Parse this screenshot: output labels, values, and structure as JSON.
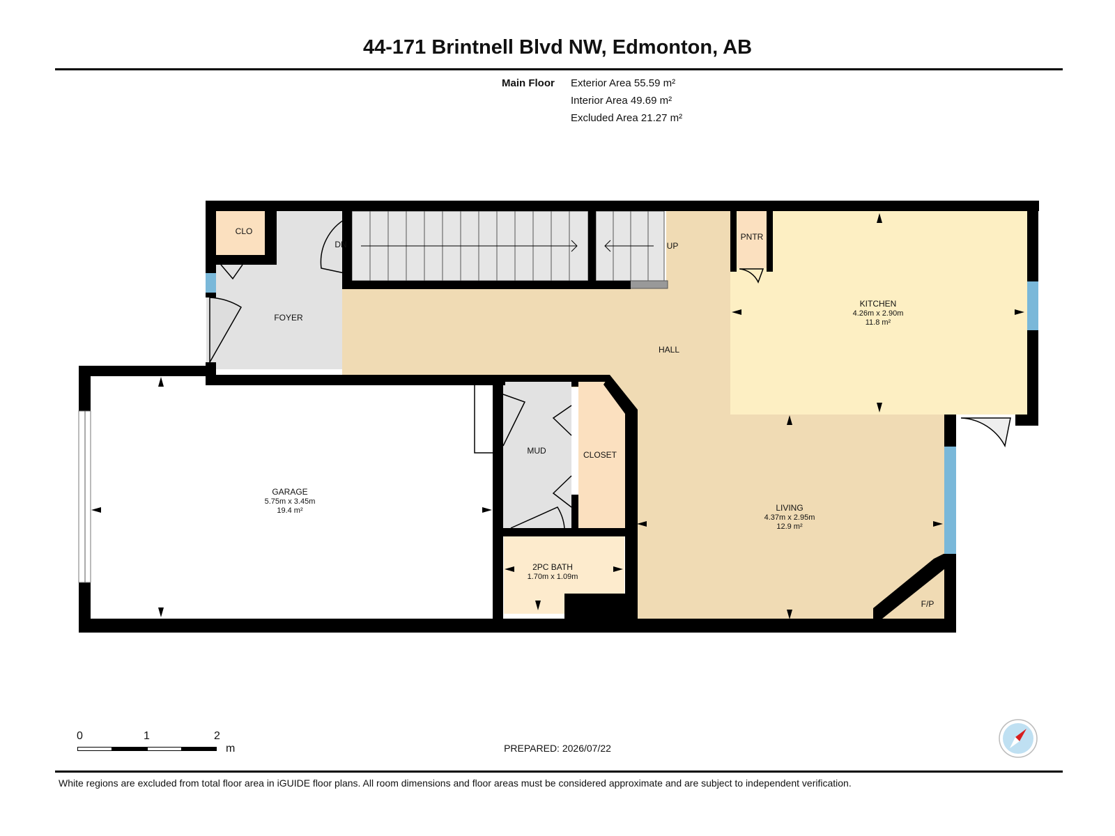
{
  "header": {
    "title": "44-171 Brintnell Blvd NW, Edmonton, AB"
  },
  "areas": {
    "floor_name": "Main Floor",
    "exterior": "Exterior Area 55.59 m²",
    "interior": "Interior Area 49.69 m²",
    "excluded": "Excluded Area 21.27 m²"
  },
  "rooms": {
    "clo": {
      "name": "CLO"
    },
    "foyer": {
      "name": "FOYER"
    },
    "stairs_down": {
      "name": "DN"
    },
    "stairs_up": {
      "name": "UP"
    },
    "pantry": {
      "name": "PNTR"
    },
    "hall": {
      "name": "HALL"
    },
    "kitchen": {
      "name": "KITCHEN",
      "size": "4.26m x 2.90m",
      "area": "11.8 m²"
    },
    "garage": {
      "name": "GARAGE",
      "size": "5.75m x 3.45m",
      "area": "19.4 m²"
    },
    "mud": {
      "name": "MUD"
    },
    "closet": {
      "name": "CLOSET"
    },
    "living": {
      "name": "LIVING",
      "size": "4.37m x 2.95m",
      "area": "12.9 m²"
    },
    "bath": {
      "name": "2PC BATH",
      "size": "1.70m x 1.09m"
    },
    "fireplace": {
      "name": "F/P"
    }
  },
  "colors": {
    "wall": "#000000",
    "foyer": "#e2e2e2",
    "hall": "#f0dbb4",
    "kitchen": "#fdefc3",
    "closet": "#fbe0bf",
    "bath": "#fdebcd",
    "garage": "#ffffff",
    "window": "#7ab8d9"
  },
  "scale_bar": {
    "ticks": [
      "0",
      "1",
      "2"
    ],
    "unit": "m"
  },
  "prepared": "PREPARED: 2026/07/22",
  "compass": {
    "label": "N"
  },
  "footer": {
    "disclaimer": "White regions are excluded from total floor area in iGUIDE floor plans. All room dimensions and floor areas must be considered approximate and are subject to independent verification."
  }
}
